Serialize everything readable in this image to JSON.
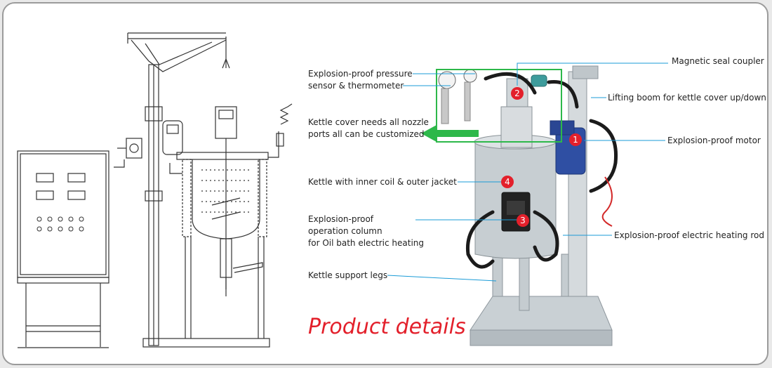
{
  "labels": {
    "pressure_line1": "Explosion-proof pressure",
    "pressure_line2": "sensor & thermometer",
    "cover_line1": "Kettle cover needs all nozzle",
    "cover_line2": "ports all can be customized",
    "coil": "Kettle with inner coil & outer jacket",
    "column_line1": "Explosion-proof",
    "column_line2": "operation column",
    "column_line3": "for Oil bath electric heating",
    "legs": "Kettle support legs",
    "coupler": "Magnetic seal coupler",
    "boom": "Lifting boom for kettle cover up/down",
    "motor": "Explosion-proof motor",
    "heating_rod": "Explosion-proof electric heating rod"
  },
  "markers": [
    "1",
    "2",
    "3",
    "4"
  ],
  "title": "Product details",
  "colors": {
    "accent": "#e3202b",
    "callout": "#1a9bd7",
    "arrow": "#2db84a",
    "frame": "#9b9b9b"
  }
}
